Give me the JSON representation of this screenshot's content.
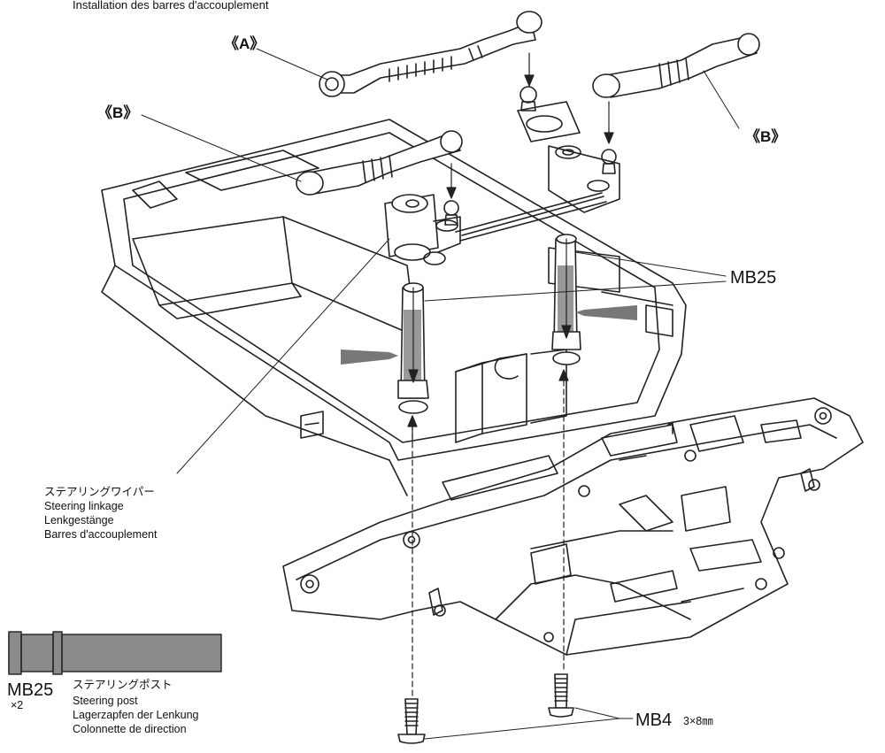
{
  "header": {
    "title": "Installation des barres d'accouplement"
  },
  "callouts": {
    "a": "《A》",
    "b_left": "《B》",
    "b_right": "《B》"
  },
  "parts": {
    "mb25_label": "MB25",
    "mb4_label": "MB4",
    "mb4_size": "3×8㎜"
  },
  "steering_linkage": {
    "ja": "ステアリングワイパー",
    "en": "Steering linkage",
    "de": "Lenkgestänge",
    "fr": "Barres d'accouplement"
  },
  "steering_post_legend": {
    "code": "MB25",
    "qty": "×2",
    "ja": "ステアリングポスト",
    "en": "Steering post",
    "de": "Lagerzapfen der Lenkung",
    "fr": "Colonnette de direction"
  },
  "colors": {
    "line": "#222222",
    "post_fill": "#8a8a8a",
    "arrow_fill": "#777777"
  }
}
